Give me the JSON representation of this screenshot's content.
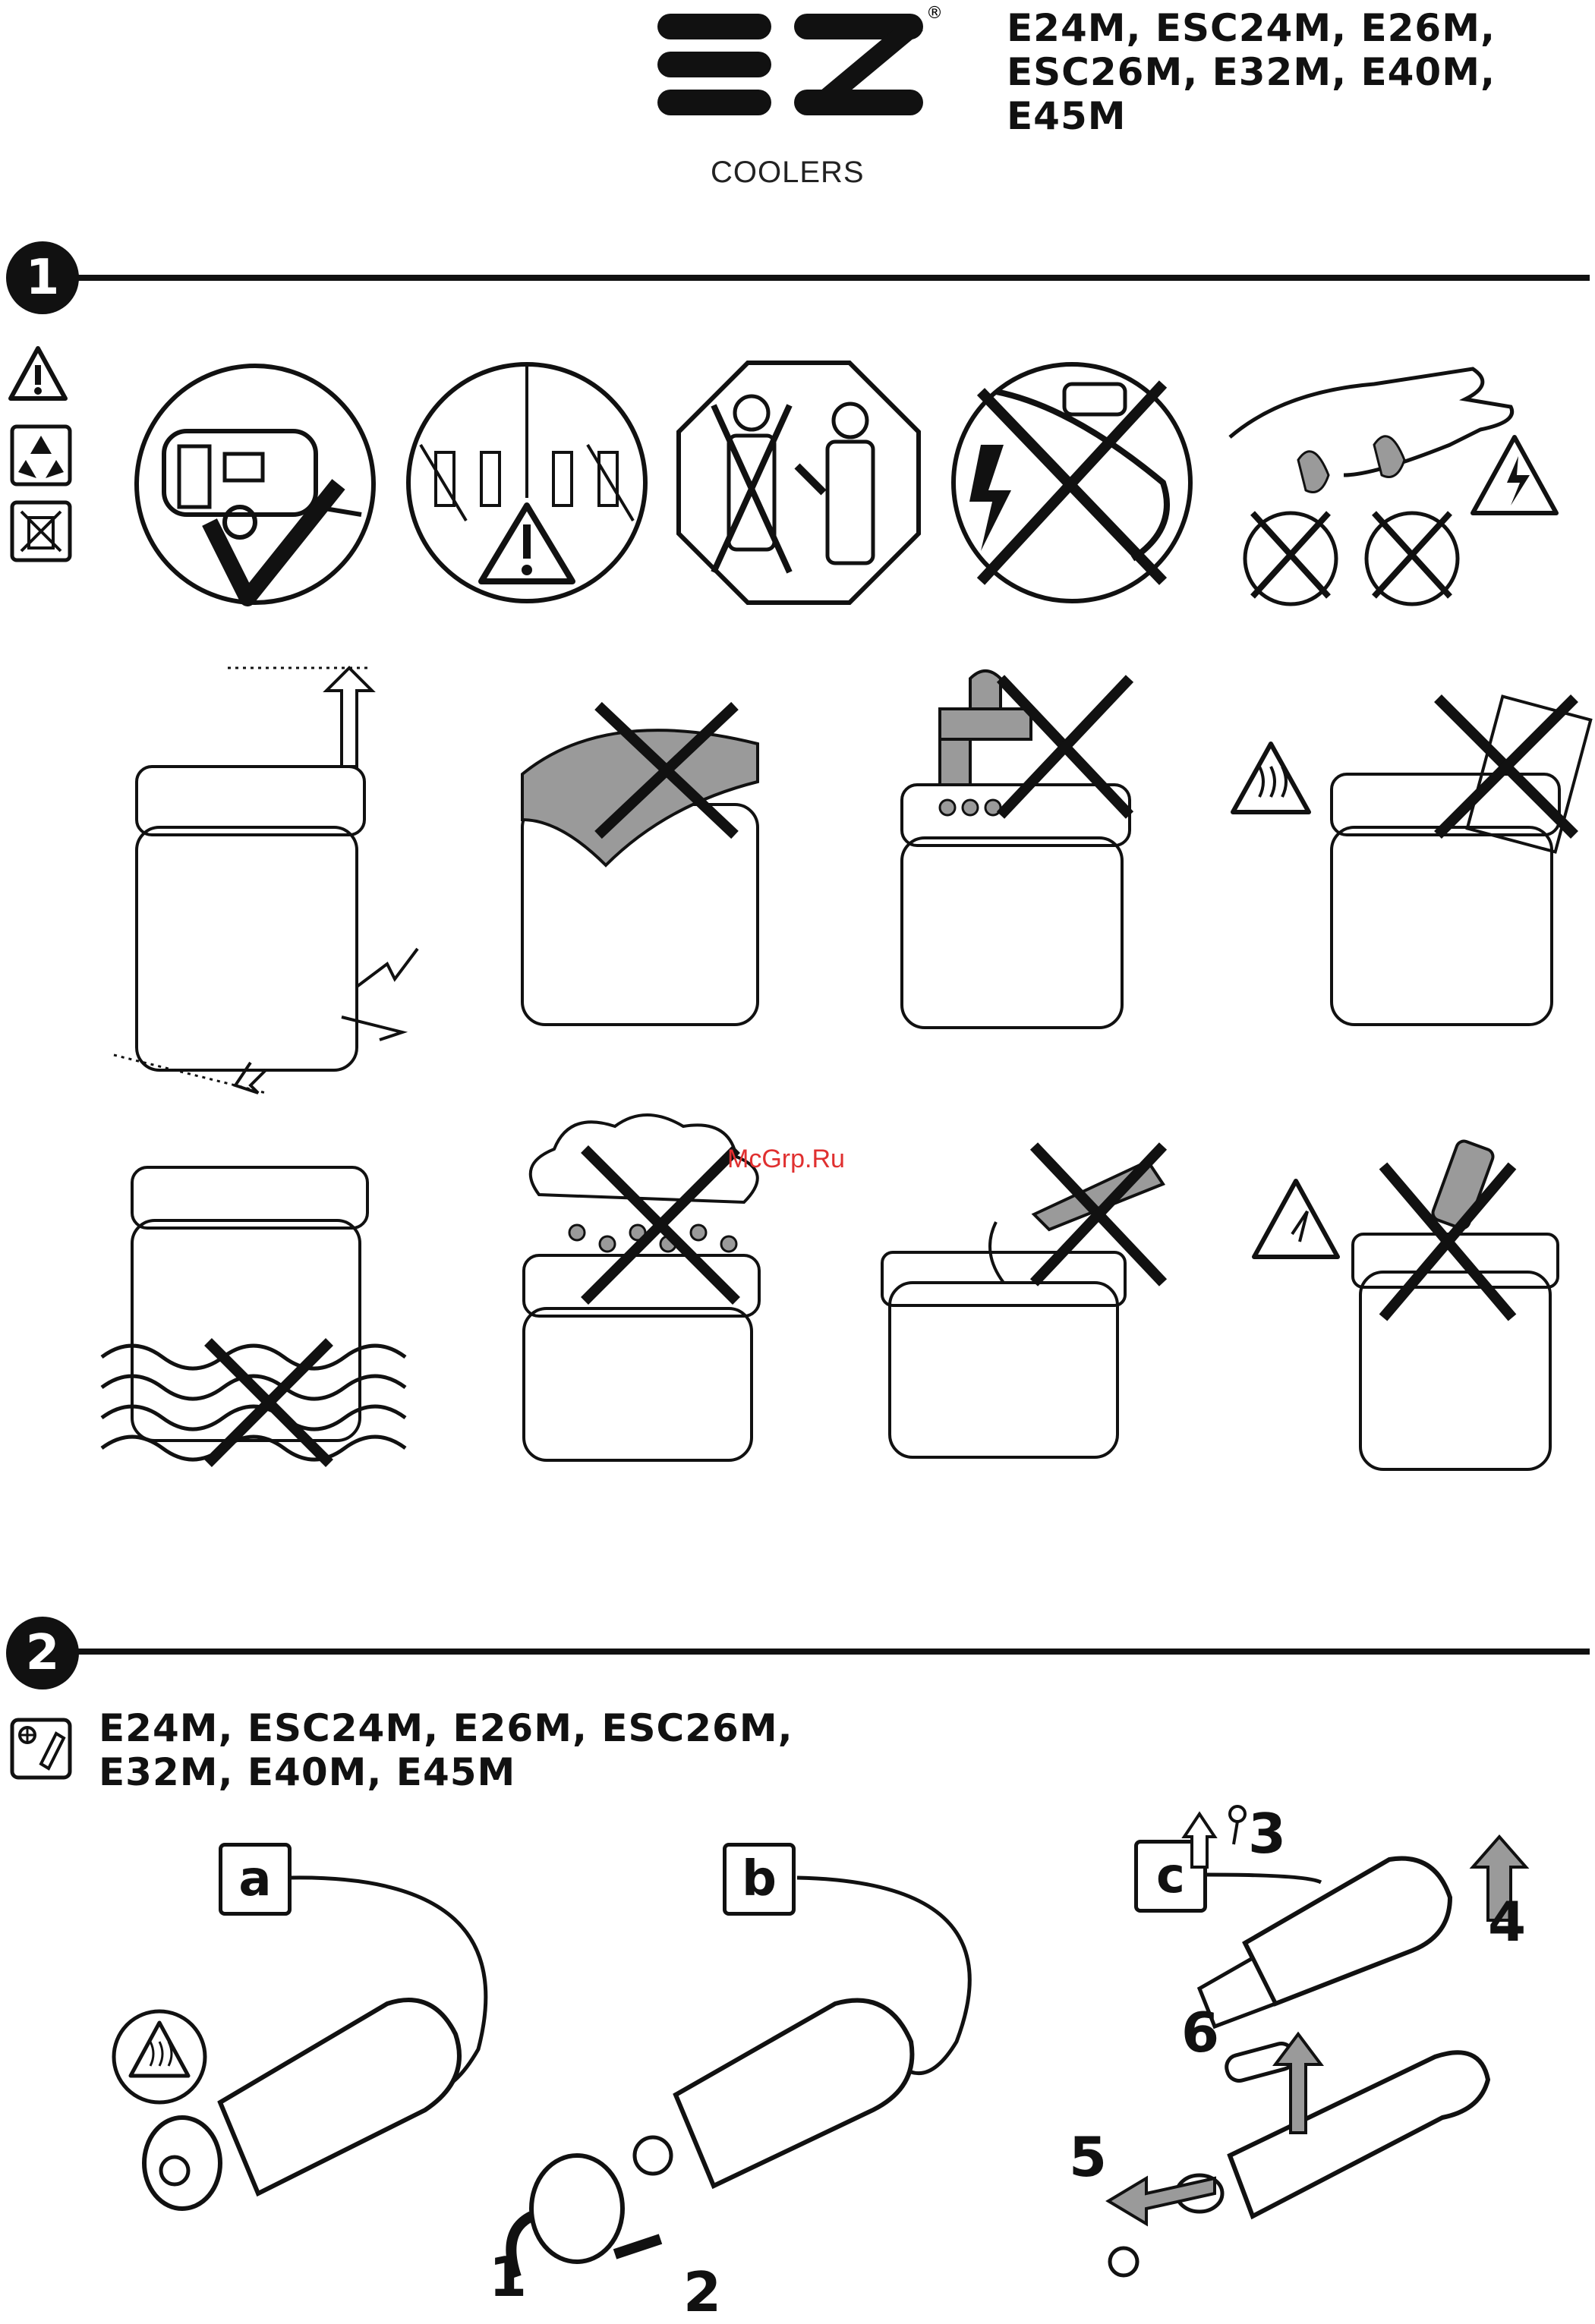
{
  "header": {
    "brand_logo": "EZ",
    "brand_subtitle": "COOLERS",
    "registered_mark": "®",
    "models": "E24M, ESC24M, E26M,\nESC26M, E32M, E40M,\nE45M"
  },
  "section1": {
    "number": "1",
    "side_icons": [
      "warning-icon",
      "recycle-icon",
      "weee-bin-icon"
    ]
  },
  "section2": {
    "number": "2",
    "models": "E24M, ESC24M, E26M, ESC26M,\nE32M, E40M, E45M",
    "steps": [
      {
        "label": "a"
      },
      {
        "label": "b",
        "callouts": [
          "1",
          "2"
        ]
      },
      {
        "label": "c",
        "callouts": [
          "3",
          "4",
          "5",
          "6"
        ]
      }
    ]
  },
  "watermark": "McGrp.Ru",
  "colors": {
    "ink": "#111111",
    "watermark": "#e03030",
    "fill_gray": "#9a9a9a"
  }
}
